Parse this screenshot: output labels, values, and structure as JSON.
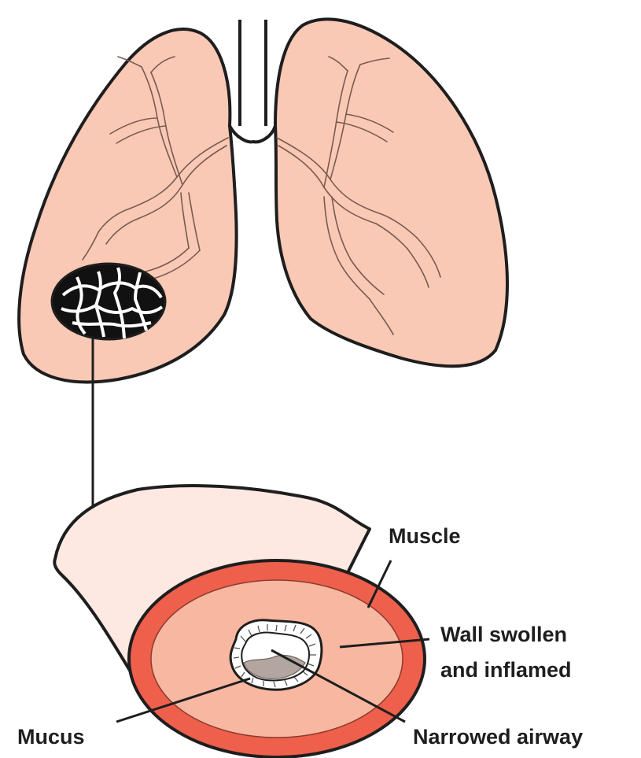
{
  "labels": {
    "muscle": "Muscle",
    "wall_line1": "Wall swollen",
    "wall_line2": "and inflamed",
    "mucus": "Mucus",
    "narrowed_airway": "Narrowed airway"
  },
  "colors": {
    "lung_fill": "#f9c9b6",
    "outline": "#1e1e1e",
    "airway_tube_fill": "#fde9e2",
    "muscle_ring": "#ee5f4c",
    "inflamed_wall": "#f8b7a0",
    "inner_lining": "#ffffff",
    "mucus": "#b3a59f",
    "alveoli_black": "#111111"
  },
  "icons": {
    "lungs": "lungs-icon",
    "alveoli": "alveoli-cluster-icon",
    "airway": "airway-cross-section-icon"
  }
}
